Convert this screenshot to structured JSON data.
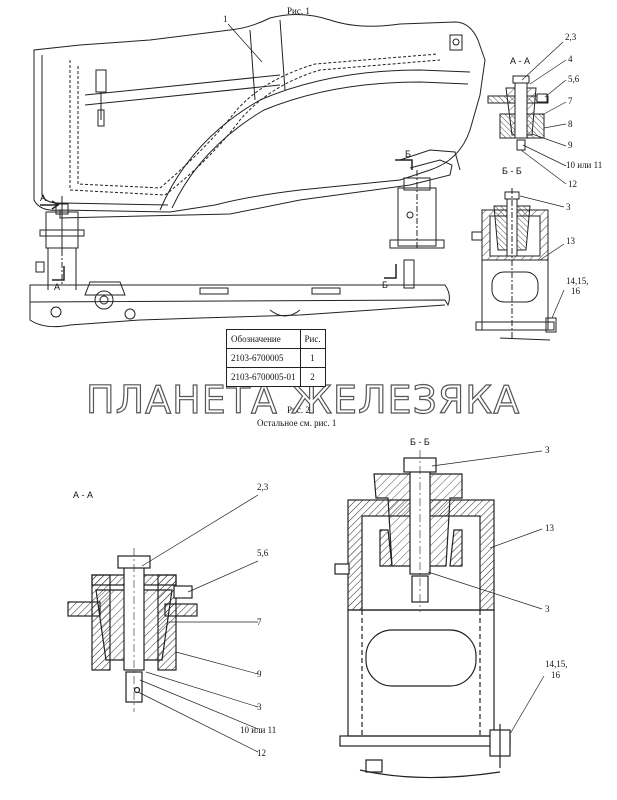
{
  "figure1": {
    "title": "Рис. 1",
    "callouts": [
      "1",
      "2,3",
      "4",
      "5,6",
      "7",
      "8",
      "9",
      "10 или 11",
      "12",
      "3",
      "13",
      "14,15,\n16"
    ],
    "section_aa": "А - А",
    "section_bb": "Б - Б",
    "view_marks": [
      "А",
      "А",
      "Б",
      "Б"
    ]
  },
  "spec_table": {
    "headers": [
      "Обозначение",
      "Рис."
    ],
    "rows": [
      [
        "2103-6700005",
        "1"
      ],
      [
        "2103-6700005-01",
        "2"
      ]
    ]
  },
  "figure2": {
    "title": "Рис. 2",
    "note": "Остальное см. рис. 1"
  },
  "detail_aa": {
    "title": "А - А",
    "callouts": [
      "2,3",
      "5,6",
      "7",
      "9",
      "3",
      "10 или 11",
      "12"
    ]
  },
  "detail_bb": {
    "title": "Б - Б",
    "callouts": [
      "3",
      "13",
      "3",
      "14,15,",
      "16"
    ]
  },
  "watermark": "ПЛАНЕТА ЖЕЛЕЗЯКА"
}
